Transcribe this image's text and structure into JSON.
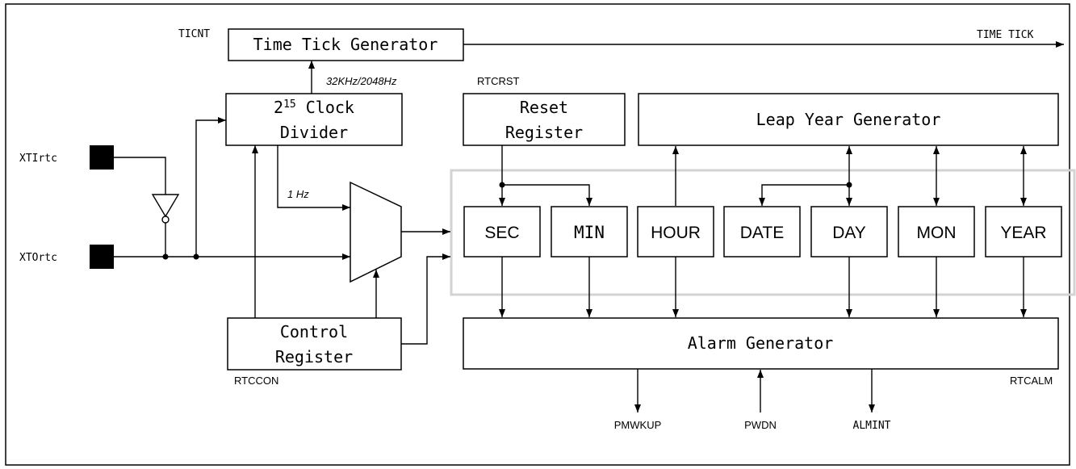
{
  "blocks": {
    "time_tick_generator": "Time Tick Generator",
    "clock_divider_base": "2",
    "clock_divider_exp": "15",
    "clock_divider_l1": " Clock",
    "clock_divider_l2": "Divider",
    "reset_register_l1": "Reset",
    "reset_register_l2": "Register",
    "leap_year_generator": "Leap Year Generator",
    "control_register_l1": "Control",
    "control_register_l2": "Register",
    "alarm_generator": "Alarm Generator"
  },
  "registers": {
    "sec": "SEC",
    "min": "MIN",
    "hour": "HOUR",
    "date": "DATE",
    "day": "DAY",
    "mon": "MON",
    "year": "YEAR"
  },
  "labels": {
    "ticnt": "TICNT",
    "time_tick": "TIME TICK",
    "freq": "32KHz/2048Hz",
    "rtcrst": "RTCRST",
    "one_hz": "1 Hz",
    "rtccon": "RTCCON",
    "rtcalm": "RTCALM",
    "pmwkup": "PMWKUP",
    "pwdn": "PWDN",
    "almint": "ALMINT",
    "xtirtc": "XTIrtc",
    "xtortc": "XTOrtc"
  },
  "colors": {
    "stroke": "#000000",
    "group_border": "#d3d3d3"
  }
}
